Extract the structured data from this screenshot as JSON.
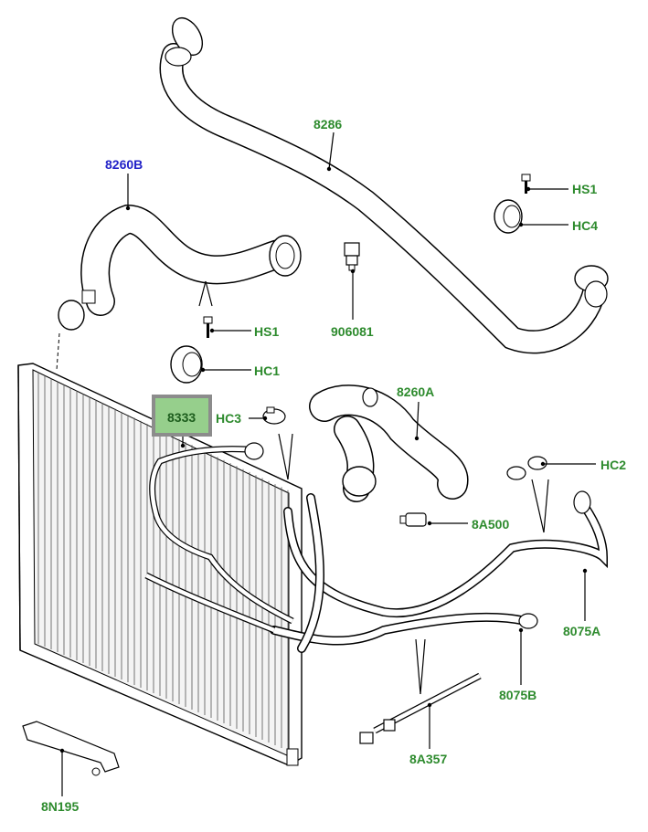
{
  "labels": {
    "hose_8286": "8286",
    "hose_8260b": "8260B",
    "bolt_hs1_top": "HS1",
    "clip_hc4": "HC4",
    "sensor_906081": "906081",
    "bolt_hs1_mid": "HS1",
    "clip_hc1": "HC1",
    "part_8333": "8333",
    "clip_hc3": "HC3",
    "hose_8260a": "8260A",
    "clip_hc2": "HC2",
    "valve_8a500": "8A500",
    "hose_8075a": "8075A",
    "hose_8075b": "8075B",
    "tie_8a357": "8A357",
    "bracket_8n195": "8N195"
  },
  "colors": {
    "label_green": "#2e8b2e",
    "label_blue": "#2323c8",
    "highlight_fill": "#96cf8c",
    "highlight_border": "#8c8c8c",
    "line": "#000000"
  }
}
